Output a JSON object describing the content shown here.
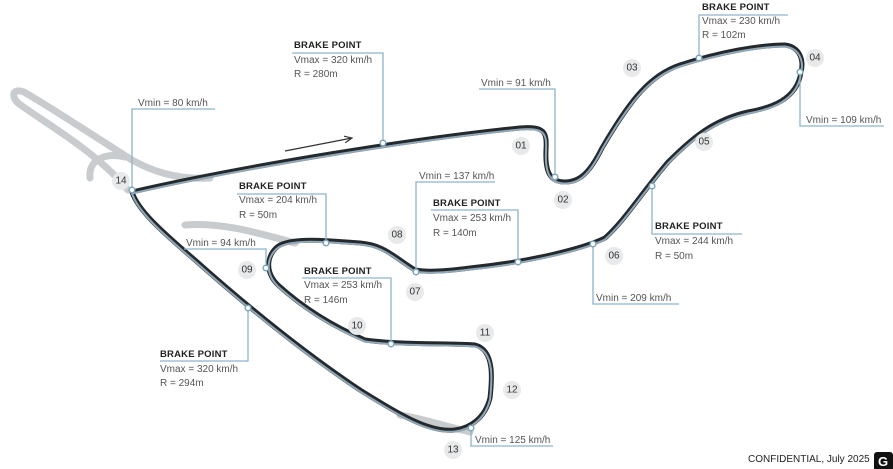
{
  "turns": [
    {
      "label": "01"
    },
    {
      "label": "02"
    },
    {
      "label": "03"
    },
    {
      "label": "04"
    },
    {
      "label": "05"
    },
    {
      "label": "06"
    },
    {
      "label": "07"
    },
    {
      "label": "08"
    },
    {
      "label": "09"
    },
    {
      "label": "10"
    },
    {
      "label": "11"
    },
    {
      "label": "12"
    },
    {
      "label": "13"
    },
    {
      "label": "14"
    }
  ],
  "callouts": [
    {
      "heading": "BRAKE POINT",
      "lines": [
        "Vmax = 320 km/h",
        "R = 280m"
      ]
    },
    {
      "heading": "",
      "lines": [
        "Vmin = 80 km/h"
      ]
    },
    {
      "heading": "",
      "lines": [
        "Vmin = 91 km/h"
      ]
    },
    {
      "heading": "BRAKE POINT",
      "lines": [
        "Vmax = 230 km/h",
        "R = 102m"
      ]
    },
    {
      "heading": "",
      "lines": [
        "Vmin = 109 km/h"
      ]
    },
    {
      "heading": "BRAKE POINT",
      "lines": [
        "Vmax = 244 km/h",
        "R = 50m"
      ]
    },
    {
      "heading": "",
      "lines": [
        "Vmin = 209 km/h"
      ]
    },
    {
      "heading": "",
      "lines": [
        "Vmin = 137 km/h"
      ]
    },
    {
      "heading": "BRAKE POINT",
      "lines": [
        "Vmax = 253 km/h",
        "R = 140m"
      ]
    },
    {
      "heading": "BRAKE POINT",
      "lines": [
        "Vmax = 204 km/h",
        "R = 50m"
      ]
    },
    {
      "heading": "",
      "lines": [
        "Vmin = 94 km/h"
      ]
    },
    {
      "heading": "BRAKE POINT",
      "lines": [
        "Vmax = 253 km/h",
        "R = 146m"
      ]
    },
    {
      "heading": "BRAKE POINT",
      "lines": [
        "Vmax = 320 km/h",
        "R = 294m"
      ]
    },
    {
      "heading": "",
      "lines": [
        "Vmin = 125 km/h"
      ]
    }
  ],
  "footer": {
    "confidential": "CONFIDENTIAL, July 2025",
    "logo_letter": "G"
  },
  "colors": {
    "track": "#23292d",
    "runoff": "#c9ccce",
    "leader": "#8fb3c9",
    "turn_badge": "#e8e9ea"
  },
  "icons": {
    "direction": "arrow-right-icon"
  }
}
